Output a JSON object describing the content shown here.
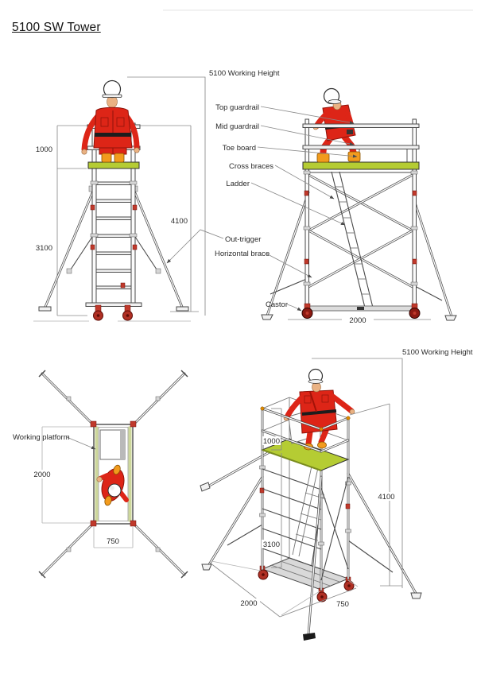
{
  "title": "5100 SW Tower",
  "front_view": {
    "working_height": "5100 Working Height",
    "dims": {
      "platform_to_guardrail": "1000",
      "ground_to_platform": "3100",
      "ground_to_guardrail": "4100"
    }
  },
  "side_view": {
    "labels": {
      "top_guardrail": "Top guardrail",
      "mid_guardrail": "Mid guardrail",
      "toe_board": "Toe board",
      "cross_braces": "Cross braces",
      "ladder": "Ladder",
      "out_trigger": "Out-trigger",
      "horizontal_brace": "Horizontal brace",
      "castor": "Castor"
    },
    "dims": {
      "base_length": "2000"
    }
  },
  "plan_view": {
    "labels": {
      "working_platform": "Working platform"
    },
    "dims": {
      "platform_length": "2000",
      "platform_width": "750"
    }
  },
  "iso_view": {
    "working_height": "5100 Working Height",
    "dims": {
      "platform_to_guardrail": "1000",
      "ground_to_platform": "3100",
      "ground_to_guardrail": "4100",
      "base_length": "2000",
      "base_width": "750"
    }
  },
  "colors": {
    "suit_red": "#dd2517",
    "boot_orange": "#f29b1d",
    "platform_green": "#b5cc33",
    "castor_red": "#c0392b",
    "line_gray": "#4a4a4a"
  }
}
